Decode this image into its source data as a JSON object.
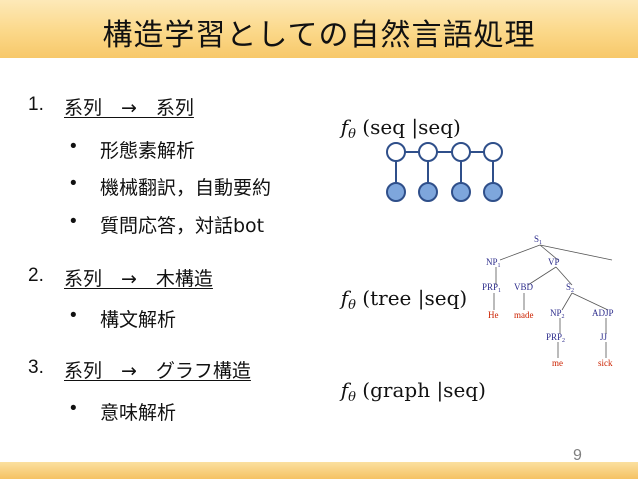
{
  "title": "構造学習としての自然言語処理",
  "page_number": "9",
  "items": [
    {
      "number": "1.",
      "heading": "系列　→　系列",
      "formula": {
        "f": "f",
        "sub": "θ",
        "args": " (seq |seq)"
      },
      "bullets": [
        "形態素解析",
        "機械翻訳，自動要約",
        "質問応答，対話bot"
      ]
    },
    {
      "number": "2.",
      "heading": "系列　→　木構造",
      "formula": {
        "f": "f",
        "sub": "θ",
        "args": " (tree |seq)"
      },
      "bullets": [
        "構文解析"
      ]
    },
    {
      "number": "3.",
      "heading": "系列　→　グラフ構造",
      "formula": {
        "f": "f",
        "sub": "θ",
        "args": " (graph |seq)"
      },
      "bullets": [
        "意味解析"
      ]
    }
  ],
  "parse_tree": {
    "nodes": {
      "s1": "S",
      "s1_sub": "1",
      "np1": "NP",
      "np1_sub": "1",
      "vp": "VP",
      "prp1": "PRP",
      "prp1_sub": "1",
      "vbd": "VBD",
      "s2": "S",
      "s2_sub": "2",
      "np2": "NP",
      "np2_sub": "2",
      "adjp": "ADJP",
      "prp2": "PRP",
      "prp2_sub": "2",
      "jj": "JJ"
    },
    "words": [
      "He",
      "made",
      "me",
      "sick"
    ]
  },
  "colors": {
    "title_bar": "#fbd889",
    "node_fill": "#7ea6dc",
    "node_stroke": "#2f4f8a",
    "tree_label": "#2d2d8c",
    "tree_word": "#cc2200"
  }
}
